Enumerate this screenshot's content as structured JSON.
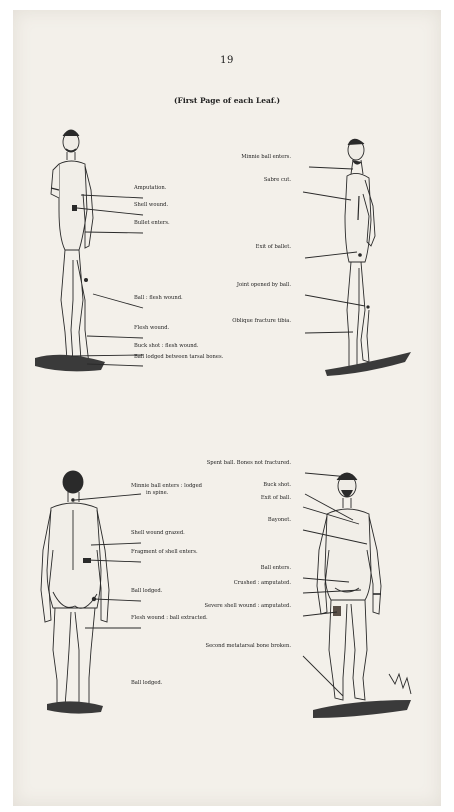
{
  "page": {
    "number": "19",
    "subtitle": "(First Page of each Leaf.)"
  },
  "figures": {
    "front_left": {
      "labels": [
        "Amputation.",
        "Shell wound.",
        "Bullet enters.",
        "Ball : flesh wound.",
        "Flesh wound.",
        "Buck shot : flesh wound.",
        "Ball lodged between tarsal bones."
      ]
    },
    "profile_right": {
      "labels": [
        "Minnie ball enters.",
        "Sabre cut.",
        "Exit of ballet.",
        "Joint opened by ball.",
        "Oblique fracture tibia."
      ]
    },
    "back_left": {
      "labels": [
        "Minnie ball enters : lodged",
        "in spine.",
        "Shell wound grazed.",
        "Fragment of shell enters.",
        "Ball lodged.",
        "Flesh wound : ball extracted.",
        "Ball lodged."
      ]
    },
    "front_right": {
      "labels": [
        "Spent ball.  Bones not fractured.",
        "Buck shot.",
        "Exit of ball.",
        "Bayonet.",
        "Ball enters.",
        "Crushed : amputated.",
        "Severe shell wound : amputated.",
        "Second metatarsal bone broken."
      ]
    }
  }
}
